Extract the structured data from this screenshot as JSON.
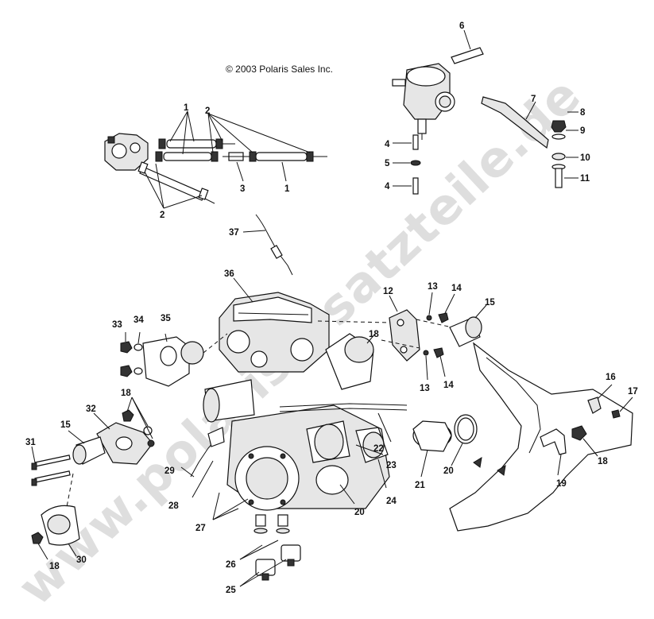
{
  "copyright": "© 2003 Polaris Sales Inc.",
  "watermark": "www.polarisersatzteile.de",
  "labels": {
    "l1a": "1",
    "l1b": "1",
    "l2a": "2",
    "l2b": "2",
    "l3": "3",
    "l4a": "4",
    "l4b": "4",
    "l5": "5",
    "l6": "6",
    "l7": "7",
    "l8": "8",
    "l9": "9",
    "l10": "10",
    "l11": "11",
    "l12": "12",
    "l13a": "13",
    "l13b": "13",
    "l14a": "14",
    "l14b": "14",
    "l15a": "15",
    "l15b": "15",
    "l16": "16",
    "l17": "17",
    "l18a": "18",
    "l18b": "18",
    "l18c": "18",
    "l18d": "18",
    "l19": "19",
    "l20a": "20",
    "l20b": "20",
    "l21": "21",
    "l22": "22",
    "l23": "23",
    "l24": "24",
    "l25": "25",
    "l26": "26",
    "l27": "27",
    "l28": "28",
    "l29": "29",
    "l30": "30",
    "l31": "31",
    "l32": "32",
    "l33": "33",
    "l34": "34",
    "l35": "35",
    "l36": "36",
    "l37": "37"
  }
}
